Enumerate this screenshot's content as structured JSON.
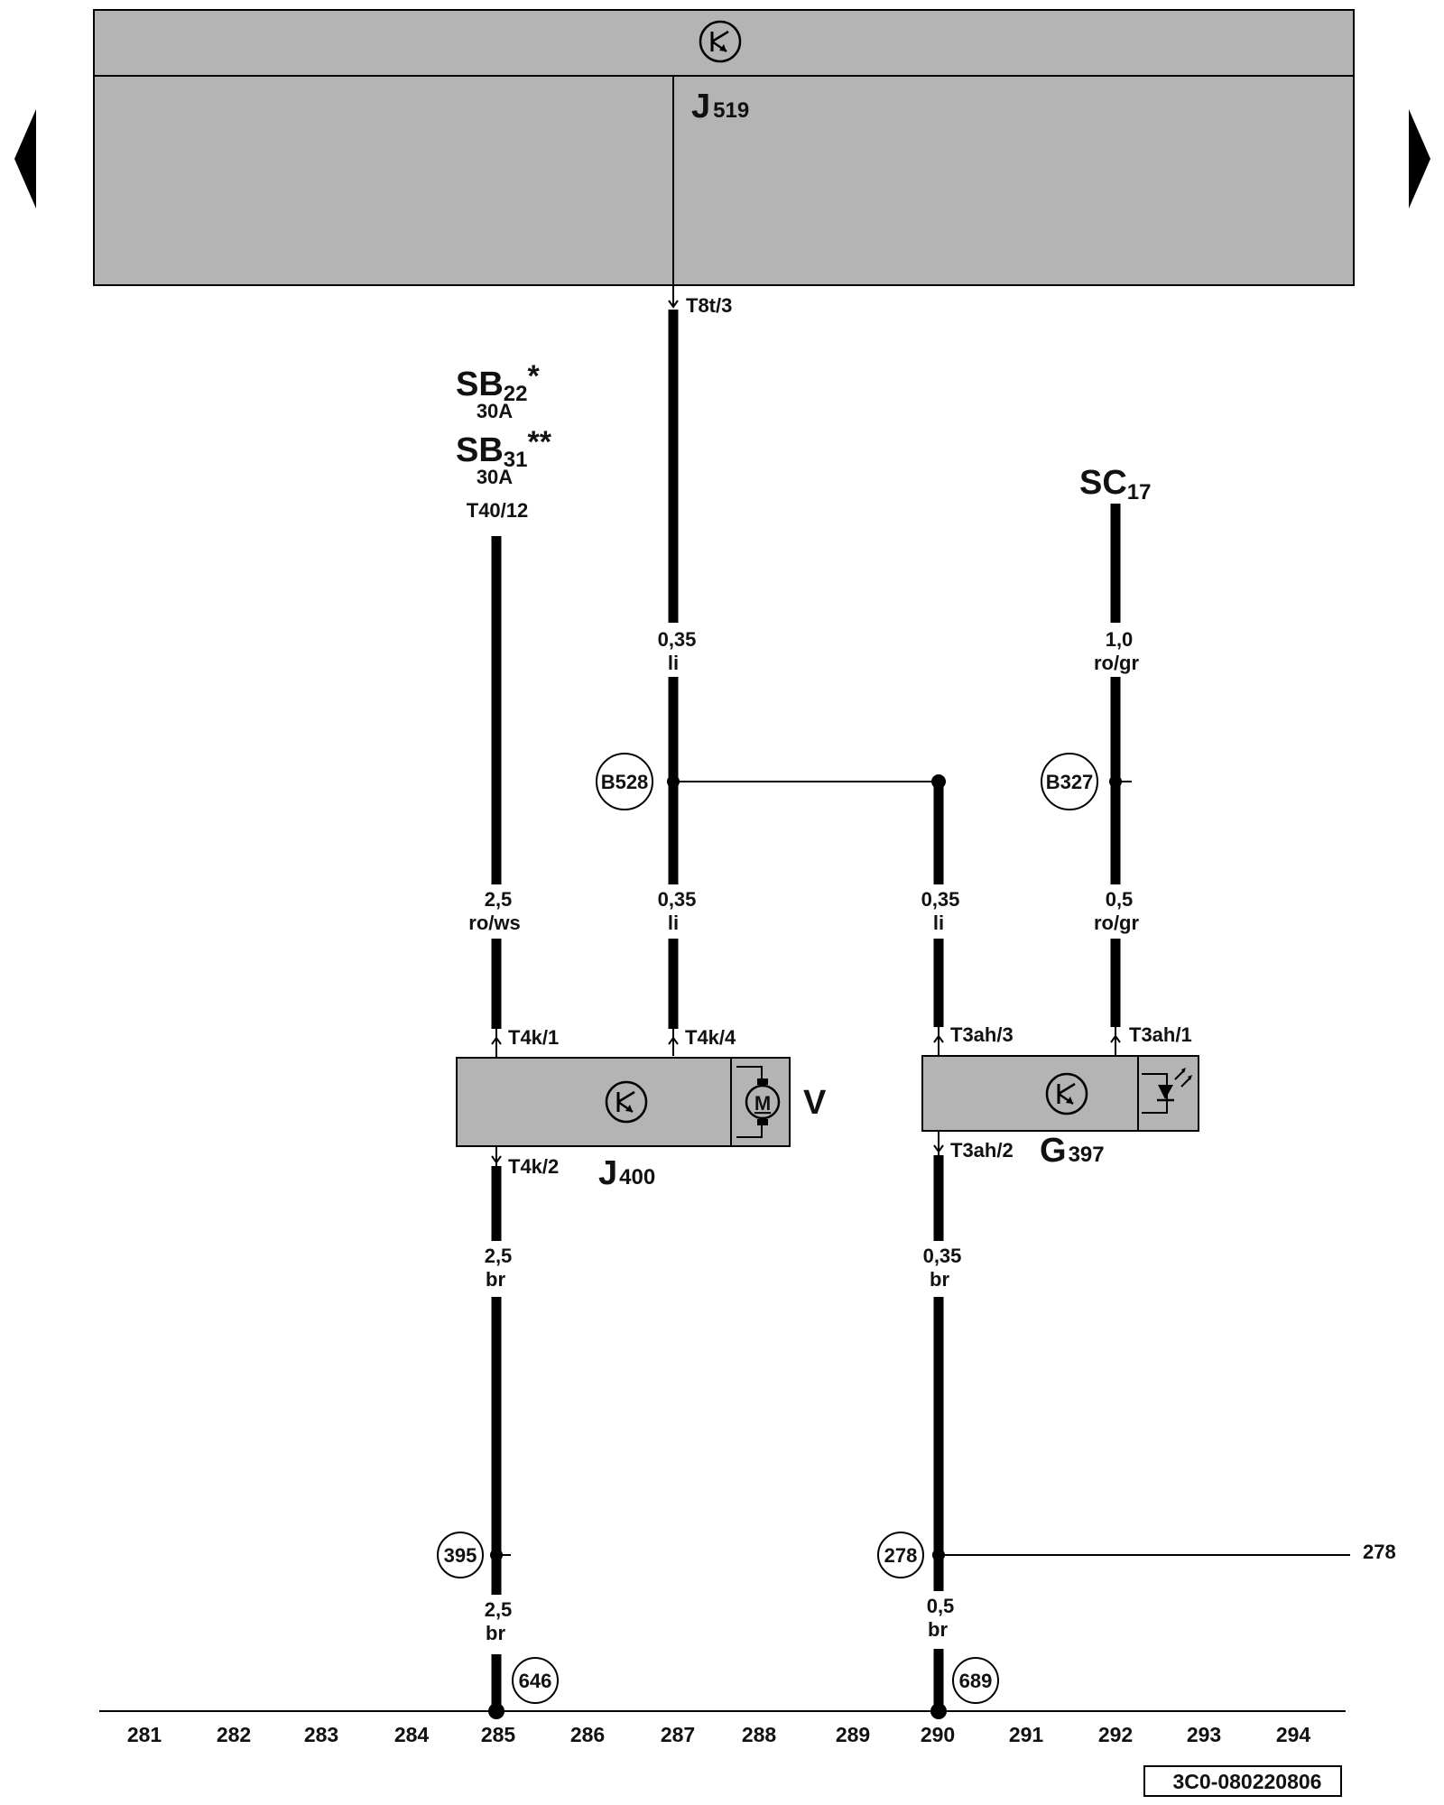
{
  "components": {
    "j519": {
      "letter": "J",
      "num": "519"
    },
    "j400": {
      "letter": "J",
      "num": "400"
    },
    "v": {
      "label": "V"
    },
    "g397": {
      "letter": "G",
      "num": "397"
    },
    "motor_symbol": {
      "label": "M"
    }
  },
  "sources": {
    "sb22": {
      "main": "SB",
      "sub": "22",
      "mark": "*",
      "rating": "30A"
    },
    "sb31": {
      "main": "SB",
      "sub": "31",
      "mark": "**",
      "rating": "30A"
    },
    "t40": {
      "label": "T40/12"
    },
    "sc17": {
      "main": "SC",
      "sub": "17"
    }
  },
  "connectors": {
    "t8t3": "T8t/3",
    "t4k1": "T4k/1",
    "t4k4": "T4k/4",
    "t4k2": "T4k/2",
    "t3ah3": "T3ah/3",
    "t3ah1": "T3ah/1",
    "t3ah2": "T3ah/2"
  },
  "wires": {
    "w287a": {
      "size": "0,35",
      "color": "li"
    },
    "w287b": {
      "size": "0,35",
      "color": "li"
    },
    "w290a": {
      "size": "0,35",
      "color": "li"
    },
    "w292a": {
      "size": "1,0",
      "color": "ro/gr"
    },
    "w292b": {
      "size": "0,5",
      "color": "ro/gr"
    },
    "w285a": {
      "size": "2,5",
      "color": "ro/ws"
    },
    "w285b": {
      "size": "2,5",
      "color": "br"
    },
    "w285c": {
      "size": "2,5",
      "color": "br"
    },
    "w290b": {
      "size": "0,35",
      "color": "br"
    },
    "w290c": {
      "size": "0,5",
      "color": "br"
    }
  },
  "junctions": {
    "b528": "B528",
    "b327": "B327",
    "n395": "395",
    "n278": "278",
    "n646": "646",
    "n689": "689"
  },
  "cross_ref": {
    "label": "278"
  },
  "columns": [
    "281",
    "282",
    "283",
    "284",
    "285",
    "286",
    "287",
    "288",
    "289",
    "290",
    "291",
    "292",
    "293",
    "294"
  ],
  "doc_id": "3C0-080220806",
  "icons": [
    "nav-left-icon",
    "nav-right-icon",
    "electronics-symbol-icon",
    "motor-icon",
    "led-icon"
  ]
}
